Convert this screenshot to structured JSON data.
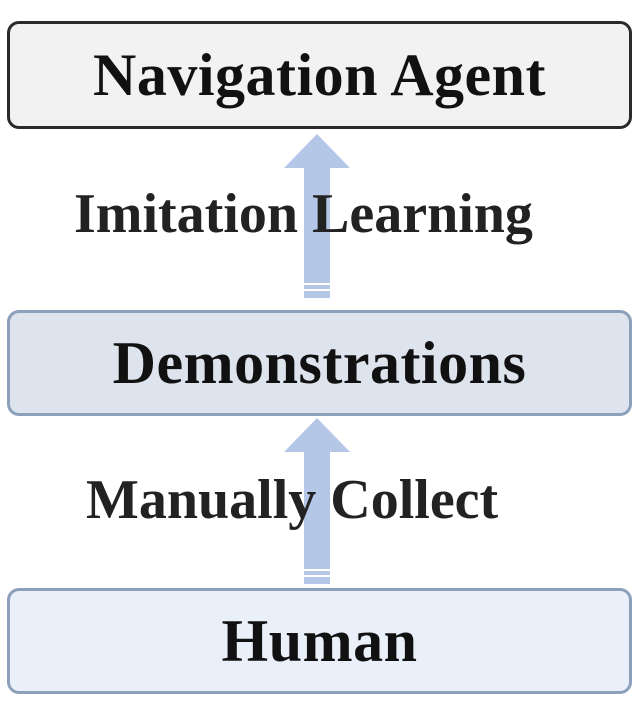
{
  "nodes": {
    "agent": "Navigation Agent",
    "demonstrations": "Demonstrations",
    "human": "Human"
  },
  "edges": {
    "upper": "Imitation Learning",
    "lower": "Manually Collect"
  },
  "colors": {
    "arrow": "#b4c7e7",
    "agent_box_fill": "#f2f2f2",
    "demo_box_fill": "#dde4ed",
    "human_box_fill": "#eaf0fa",
    "box_border_blue": "#8c9fbb"
  }
}
